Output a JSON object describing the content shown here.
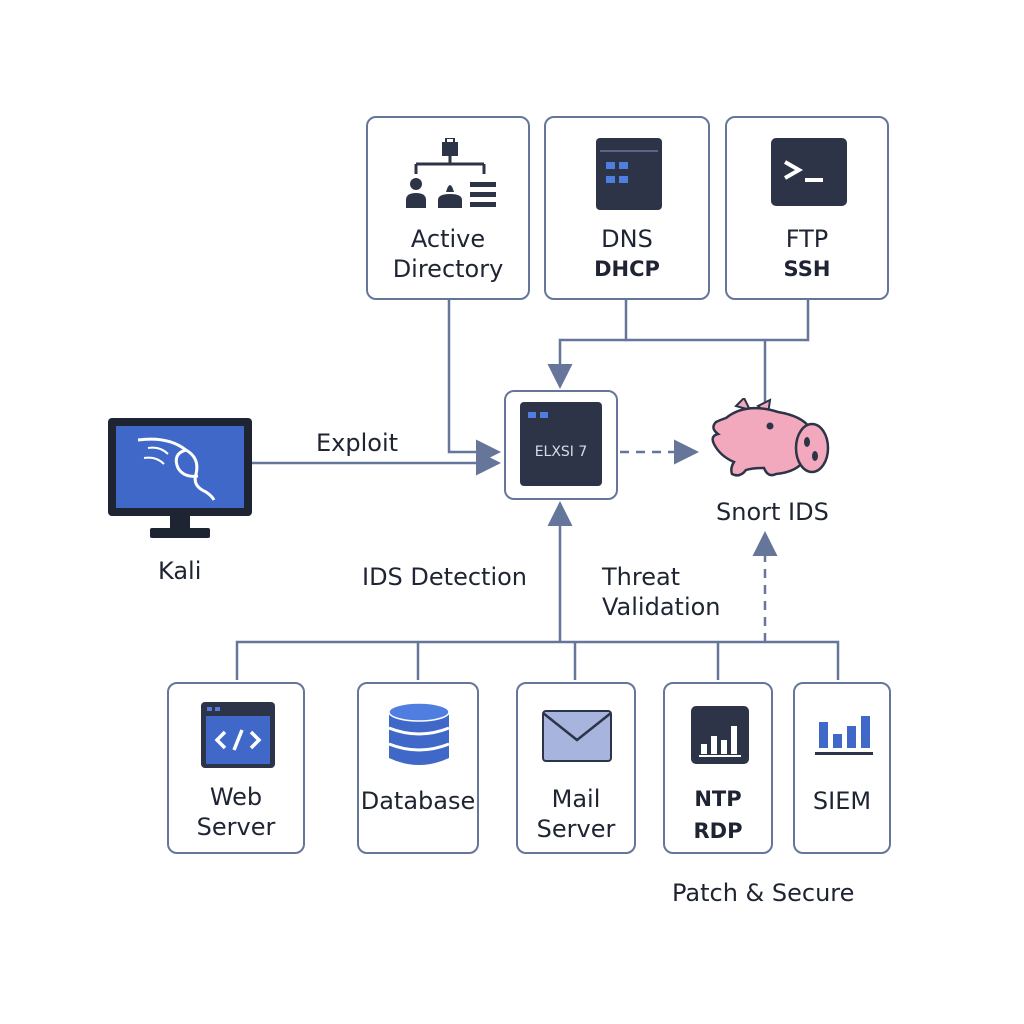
{
  "nodes": {
    "active_directory": {
      "line1": "Active",
      "line2": "Directory",
      "icon": "org-chart-icon"
    },
    "dns": {
      "line1": "DNS",
      "line2": "DHCP",
      "icon": "server-window-icon"
    },
    "ftp": {
      "line1": "FTP",
      "line2": "SSH",
      "icon": "terminal-icon"
    },
    "elxsi": {
      "label": "ELXSI 7",
      "icon": "server-icon"
    },
    "snort": {
      "label": "Snort IDS",
      "icon": "pig-icon"
    },
    "kali": {
      "label": "Kali",
      "icon": "kali-dragon-monitor-icon"
    },
    "web_server": {
      "line1": "Web",
      "line2": "Server",
      "icon": "code-icon"
    },
    "database": {
      "label": "Database",
      "icon": "database-icon"
    },
    "mail_server": {
      "line1": "Mail",
      "line2": "Server",
      "icon": "envelope-icon"
    },
    "ntp": {
      "line1": "NTP",
      "line2": "RDP",
      "icon": "bar-chart-icon"
    },
    "siem": {
      "label": "SIEM",
      "icon": "siem-chart-icon"
    }
  },
  "edges": {
    "exploit": "Exploit",
    "ids_detection": "IDS Detection",
    "threat_validation_1": "Threat",
    "threat_validation_2": "Validation",
    "patch_secure": "Patch & Secure"
  },
  "colors": {
    "border": "#66759a",
    "line": "#66759a",
    "icon_dark": "#2e3447",
    "accent_blue": "#3f68c9",
    "pig_pink": "#f2a9be"
  }
}
